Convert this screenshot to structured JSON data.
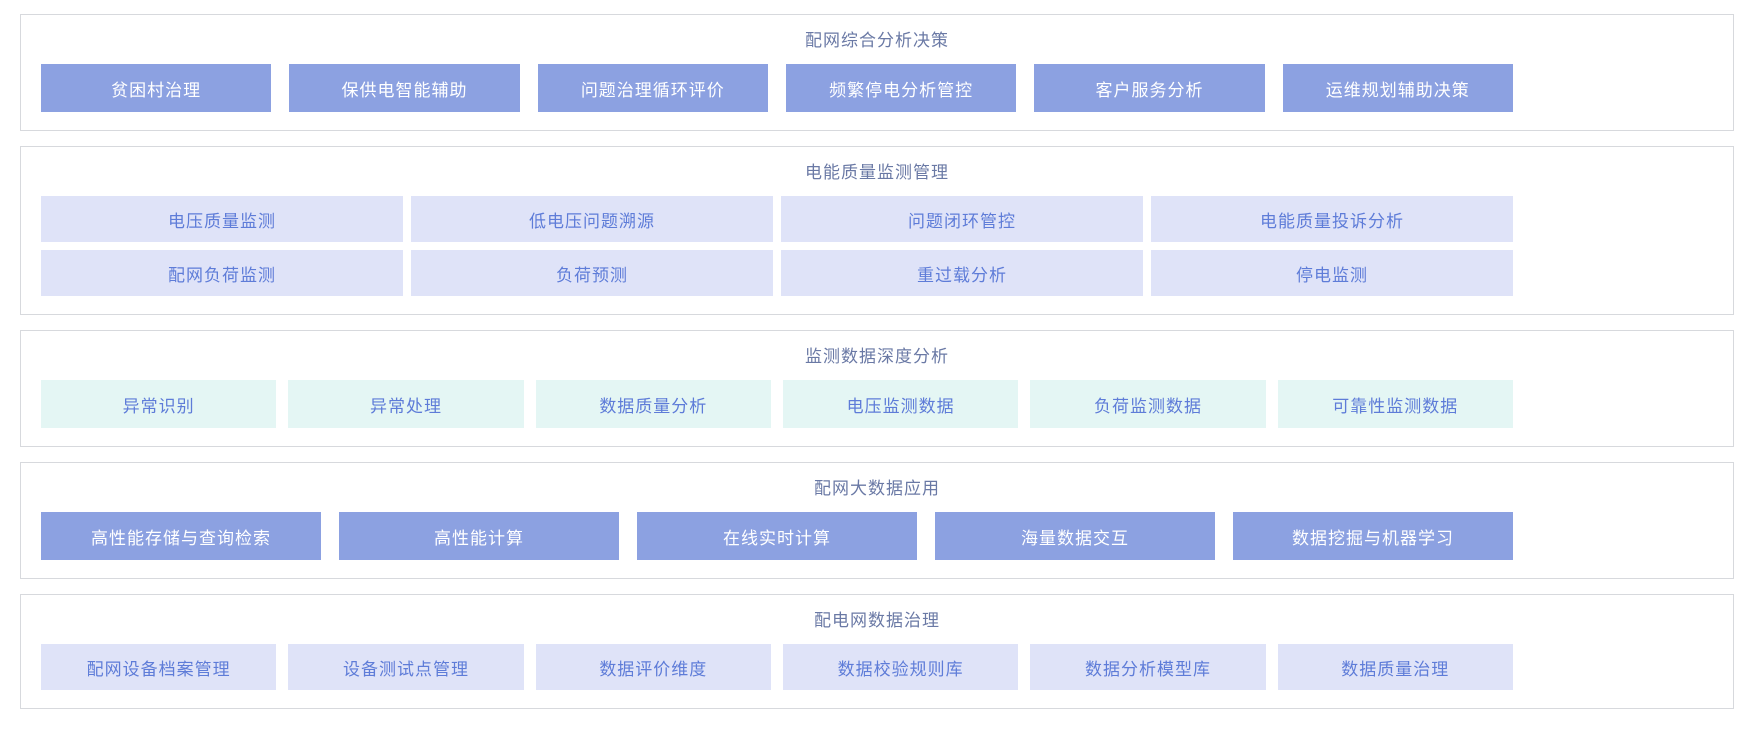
{
  "colors": {
    "solid_button_bg": "#8ca1e1",
    "solid_button_text": "#ffffff",
    "lavender_button_bg": "#dfe3f8",
    "mint_button_bg": "#e4f6f4",
    "light_button_text": "#5e7cd8",
    "section_title_text": "#6a79a5",
    "panel_border": "#d7d9dd"
  },
  "sections": [
    {
      "title": "配网综合分析决策",
      "style": "solid",
      "rows": [
        [
          "贫困村治理",
          "保供电智能辅助",
          "问题治理循环评价",
          "频繁停电分析管控",
          "客户服务分析",
          "运维规划辅助决策"
        ]
      ]
    },
    {
      "title": "电能质量监测管理",
      "style": "lavender",
      "rows": [
        [
          "电压质量监测",
          "低电压问题溯源",
          "问题闭环管控",
          "电能质量投诉分析"
        ],
        [
          "配网负荷监测",
          "负荷预测",
          "重过载分析",
          "停电监测"
        ]
      ]
    },
    {
      "title": "监测数据深度分析",
      "style": "mint",
      "rows": [
        [
          "异常识别",
          "异常处理",
          "数据质量分析",
          "电压监测数据",
          "负荷监测数据",
          "可靠性监测数据"
        ]
      ]
    },
    {
      "title": "配网大数据应用",
      "style": "solid",
      "rows": [
        [
          "高性能存储与查询检索",
          "高性能计算",
          "在线实时计算",
          "海量数据交互",
          "数据挖掘与机器学习"
        ]
      ]
    },
    {
      "title": "配电网数据治理",
      "style": "lavender",
      "rows": [
        [
          "配网设备档案管理",
          "设备测试点管理",
          "数据评价维度",
          "数据校验规则库",
          "数据分析模型库",
          "数据质量治理"
        ]
      ]
    }
  ]
}
